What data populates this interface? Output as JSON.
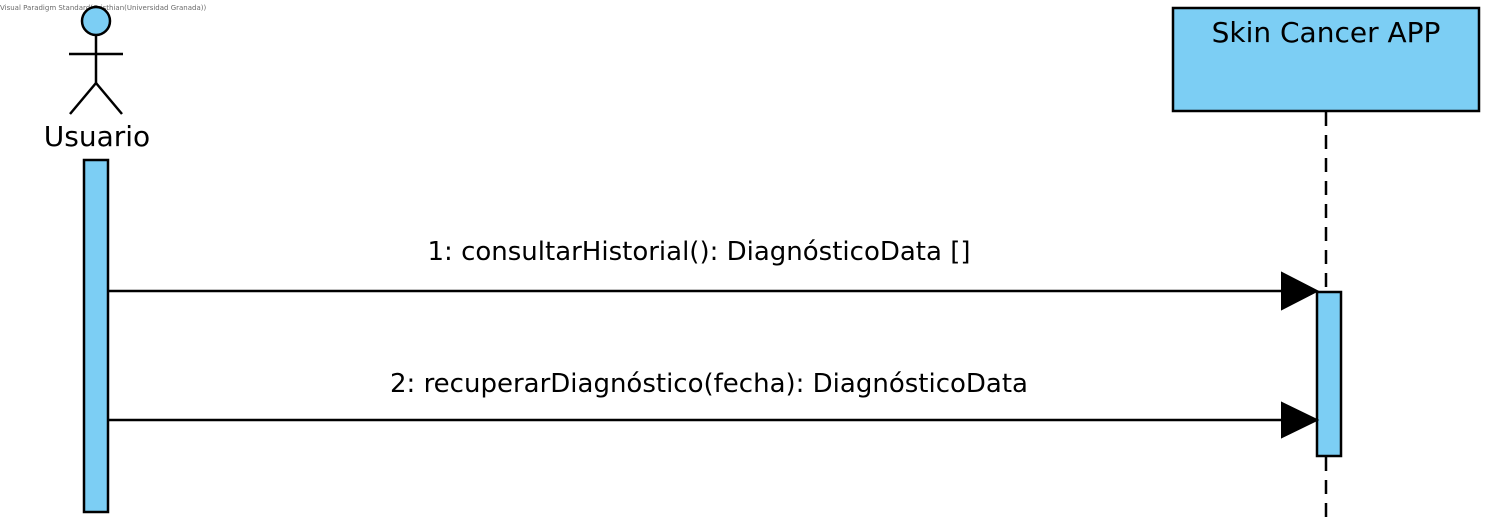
{
  "watermark": "Visual Paradigm Standard(Cristhian(Universidad Granada))",
  "actor": {
    "name": "Usuario",
    "icon": "stick-figure-icon"
  },
  "lifeline": {
    "title": "Skin Cancer APP"
  },
  "messages": [
    {
      "label": "1: consultarHistorial(): DiagnósticoData []"
    },
    {
      "label": "2: recuperarDiagnóstico(fecha): DiagnósticoData"
    }
  ],
  "colors": {
    "fill": "#7ccef4",
    "stroke": "#000000"
  }
}
